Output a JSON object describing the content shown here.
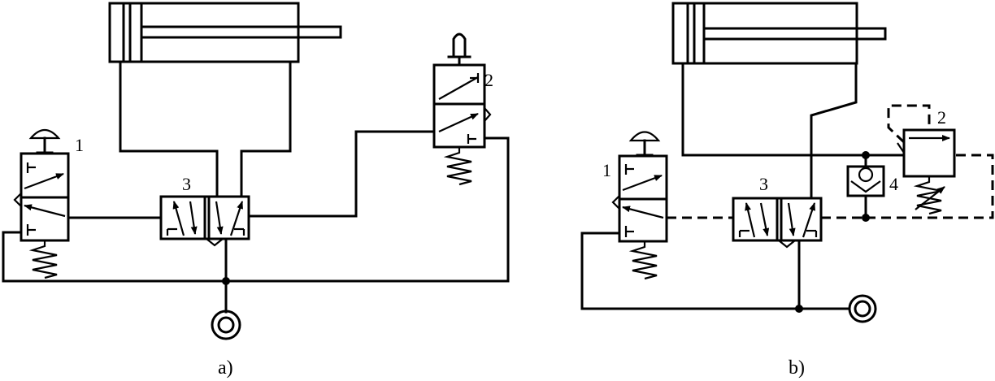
{
  "diagram_a": {
    "caption": "a)",
    "labels": {
      "valve1": "1",
      "valve2": "2",
      "valve3": "3"
    }
  },
  "diagram_b": {
    "caption": "b)",
    "labels": {
      "valve1": "1",
      "valve2": "2",
      "valve3": "3",
      "valve4": "4"
    }
  }
}
